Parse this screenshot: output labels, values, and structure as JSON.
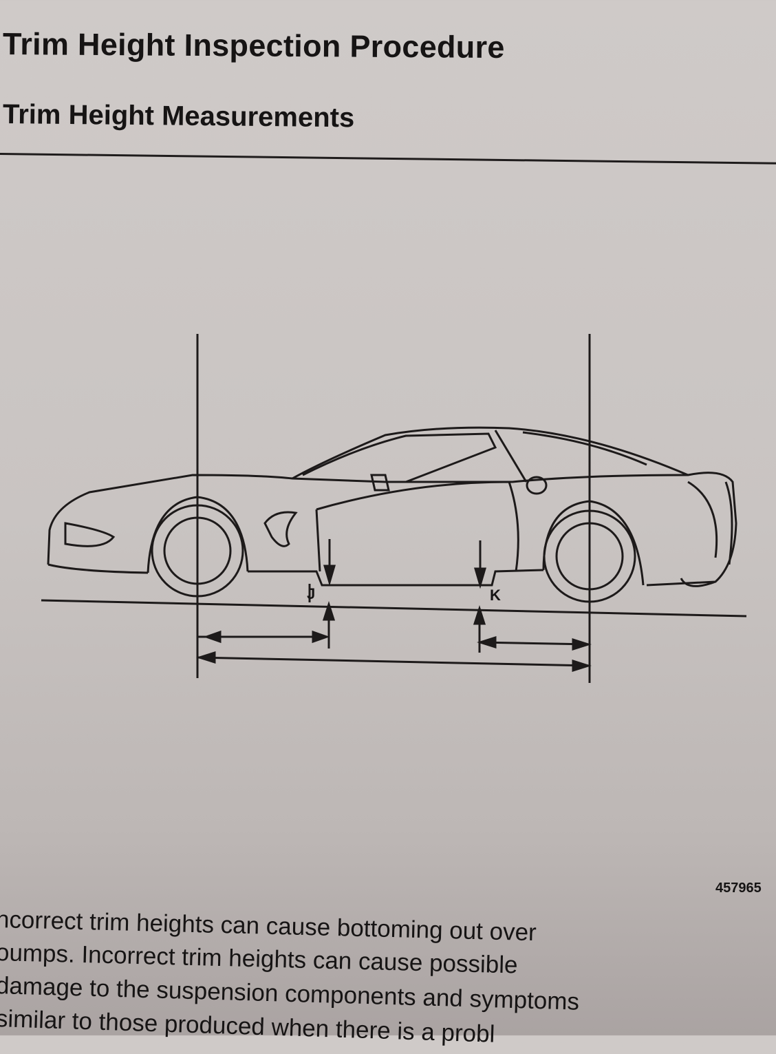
{
  "header": {
    "title": "Trim Height Inspection Procedure",
    "subtitle": "Trim Height Measurements"
  },
  "figure": {
    "labels": [
      "J",
      "K"
    ],
    "figure_number": "457965"
  },
  "body_text": {
    "lines": [
      "ncorrect trim heights can cause bottoming out over",
      "oumps. Incorrect trim heights can cause possible",
      "damage to the suspension components and symptoms",
      "similar to those produced when there is a probl"
    ]
  }
}
